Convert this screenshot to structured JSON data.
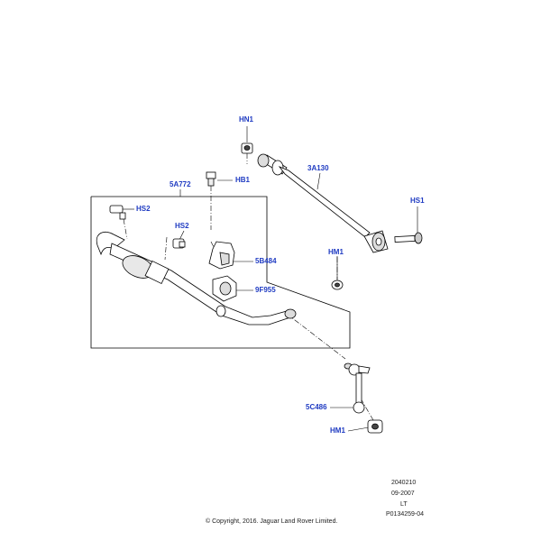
{
  "callouts": {
    "hn1": "HN1",
    "a3130": "3A130",
    "hb1": "HB1",
    "a5772": "5A772",
    "hs2_top": "HS2",
    "hs2_mid": "HS2",
    "hs1": "HS1",
    "hm1_top": "HM1",
    "b5484": "5B484",
    "f9955": "9F955",
    "c5486": "5C486",
    "hm1_bottom": "HM1"
  },
  "meta": {
    "code": "2040210",
    "date": "09-2007",
    "region": "LT",
    "part_ref": "P0134259-04"
  },
  "copyright": "© Copyright, 2016. Jaguar Land Rover Limited.",
  "colors": {
    "callout": "#1f3bc2",
    "line": "#000000",
    "part_fill": "#ffffff"
  }
}
